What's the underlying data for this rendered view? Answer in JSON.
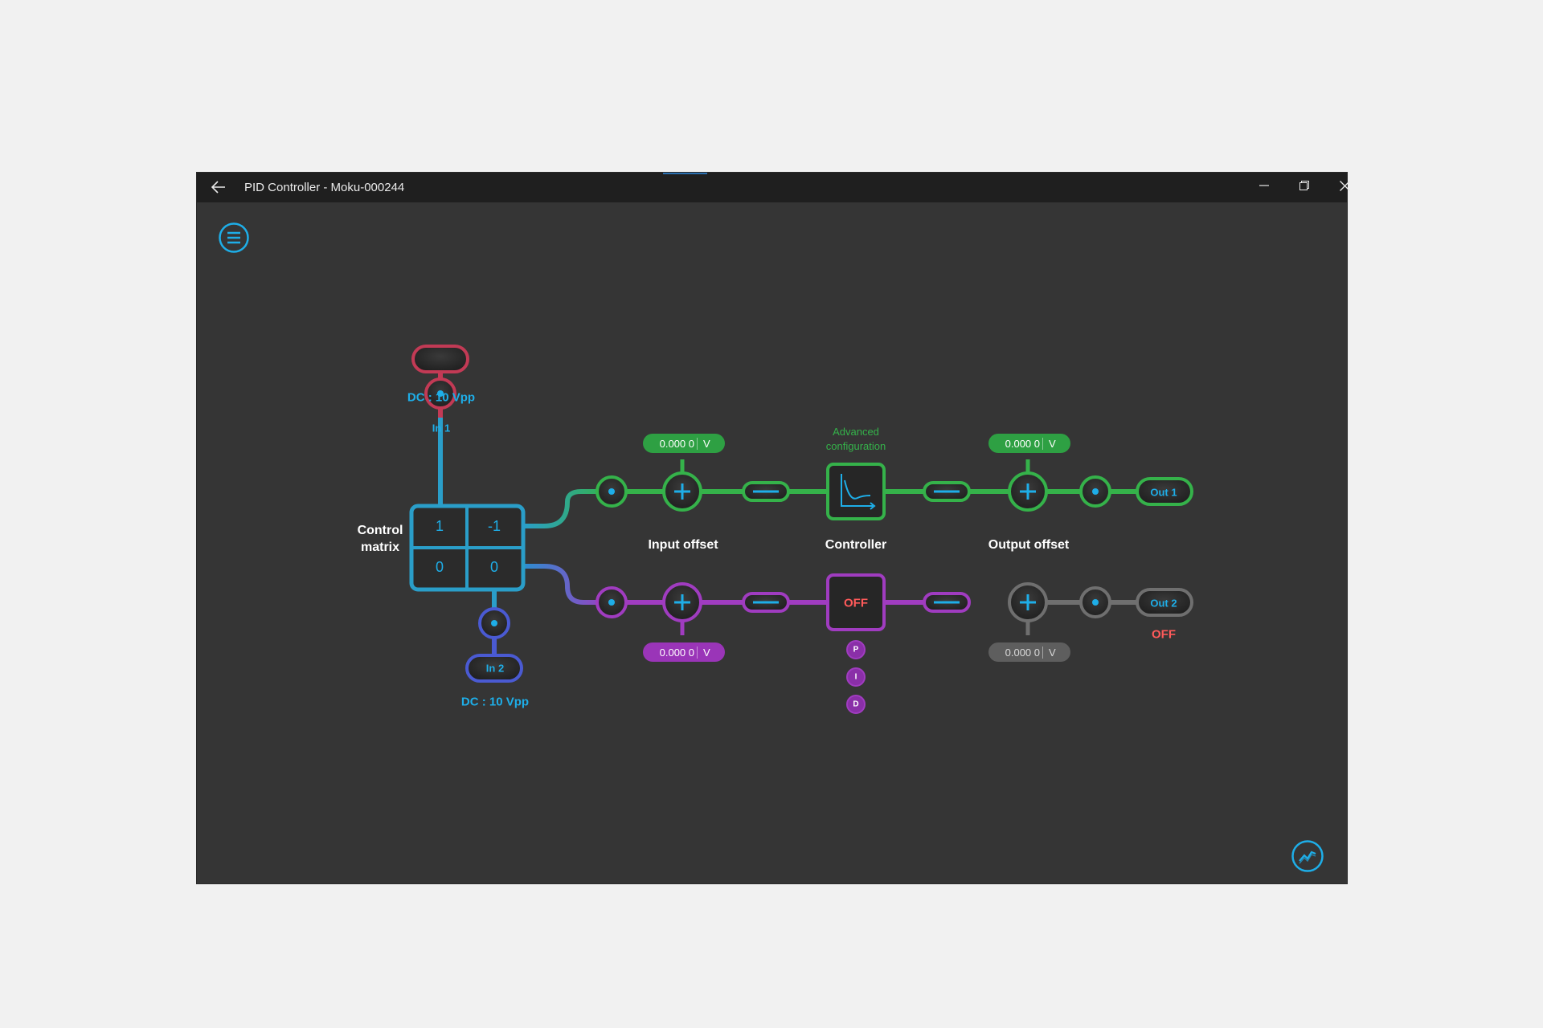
{
  "window": {
    "title": "PID Controller - Moku-000244"
  },
  "icons": {
    "back": "arrow-left-icon",
    "minimize": "minimize-icon",
    "restore": "restore-icon",
    "close": "close-icon",
    "menu": "hamburger-menu-icon",
    "scope": "oscilloscope-trend-icon",
    "controller": "transfer-function-curve-icon"
  },
  "colors": {
    "background": "#353535",
    "titlebar": "#1f1f1f",
    "accent": "#1eaee8",
    "input1": "#c23a55",
    "input2": "#4a5ad2",
    "channel1": "#35b24a",
    "channel2": "#a03cc0",
    "disabled": "#6f6f6f",
    "off_text": "#ff5a5a"
  },
  "inputs": {
    "in1": {
      "label": "In 1",
      "coupling": "DC : 10 Vpp"
    },
    "in2": {
      "label": "In 2",
      "coupling": "DC : 10 Vpp"
    }
  },
  "control_matrix": {
    "label_line1": "Control",
    "label_line2": "matrix",
    "cells": [
      "1",
      "-1",
      "0",
      "0"
    ]
  },
  "channel1": {
    "input_offset": {
      "value": "0.000 0",
      "unit": "V",
      "label": "Input offset"
    },
    "controller": {
      "label": "Controller",
      "advanced_line1": "Advanced",
      "advanced_line2": "configuration"
    },
    "output_offset": {
      "value": "0.000 0",
      "unit": "V",
      "label": "Output offset"
    },
    "output": {
      "label": "Out 1"
    }
  },
  "channel2": {
    "input_offset": {
      "value": "0.000 0",
      "unit": "V"
    },
    "controller": {
      "state": "OFF",
      "terms": [
        "P",
        "I",
        "D"
      ]
    },
    "output_offset": {
      "value": "0.000 0",
      "unit": "V"
    },
    "output": {
      "label": "Out 2",
      "state": "OFF"
    }
  }
}
